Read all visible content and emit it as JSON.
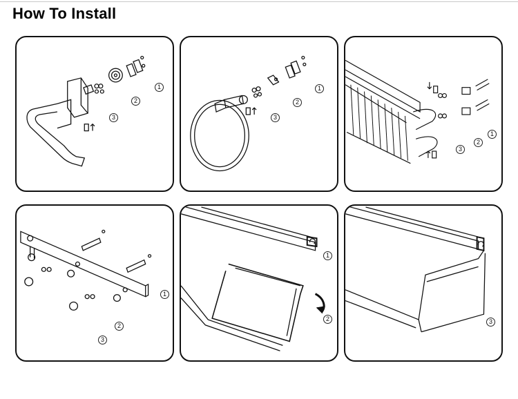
{
  "title": "How To Install",
  "panels": [
    {
      "steps": [
        "1",
        "2",
        "3"
      ]
    },
    {
      "steps": [
        "1",
        "2",
        "3"
      ]
    },
    {
      "steps": [
        "1",
        "2",
        "3"
      ]
    },
    {
      "steps": [
        "1",
        "2",
        "3"
      ]
    },
    {
      "steps": [
        "1",
        "2"
      ]
    },
    {
      "steps": [
        "3"
      ]
    }
  ]
}
